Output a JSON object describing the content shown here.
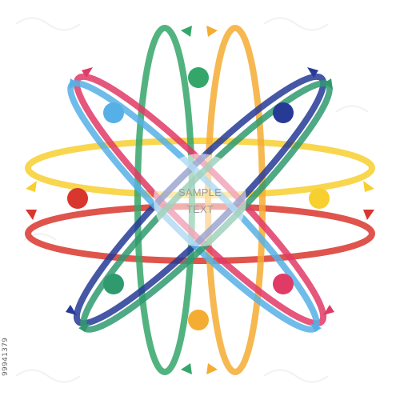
{
  "center_text": {
    "line1": "SAMPLE",
    "line2": "TEXT"
  },
  "stock_id": "99941379",
  "colors": {
    "yellow": "#f7cf2f",
    "red": "#d9362d",
    "green": "#35a66a",
    "orange": "#f5ac32",
    "pink": "#e03a66",
    "navy": "#263a96",
    "light_blue": "#56b0e6",
    "teal_green": "#2f9a6e",
    "text_gray": "#9b9b9b"
  }
}
